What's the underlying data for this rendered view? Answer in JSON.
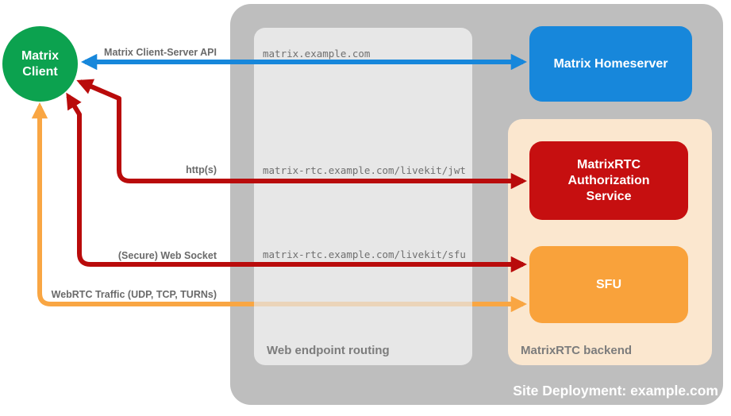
{
  "colors": {
    "client_green": "#0CA24F",
    "homeserver_blue": "#1787DB",
    "auth_service_red": "#C60F10",
    "arrow_red": "#B90B0B",
    "sfu_orange": "#F9A23B",
    "arrow_orange": "#F9A643",
    "backend_peach": "#FBE7CF",
    "site_deployment_gray": "#BEBEBE",
    "web_routing_gray": "#E7E7E7"
  },
  "nodes": {
    "matrix_client": {
      "label": "Matrix Client"
    },
    "matrix_homeserver": {
      "label": "Matrix Homeserver"
    },
    "matrixrtc_authorization_service": {
      "label": "MatrixRTC Authorization Service"
    },
    "sfu": {
      "label": "SFU"
    }
  },
  "containers": {
    "site_deployment": {
      "label": "Site Deployment: example.com"
    },
    "web_endpoint_routing": {
      "label": "Web endpoint routing"
    },
    "matrixrtc_backend": {
      "label": "MatrixRTC backend"
    }
  },
  "edges": {
    "client_server_api": {
      "label": "Matrix Client-Server API",
      "endpoint": "matrix.example.com"
    },
    "https": {
      "label": "http(s)",
      "endpoint": "matrix-rtc.example.com/livekit/jwt"
    },
    "websocket": {
      "label": "(Secure) Web Socket",
      "endpoint": "matrix-rtc.example.com/livekit/sfu"
    },
    "webrtc": {
      "label": "WebRTC Traffic (UDP, TCP, TURNs)"
    }
  }
}
